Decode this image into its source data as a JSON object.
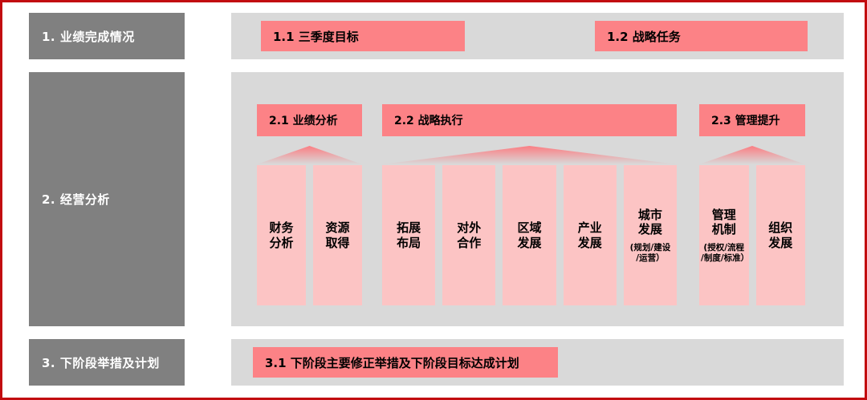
{
  "page": {
    "border_color": "#c20c10",
    "panel_color": "#d9d9d9",
    "rail_color": "#808080",
    "header_bar_color": "#fc8286",
    "card_color": "#fcc4c4"
  },
  "sections": [
    {
      "rail_label": "1. 业绩完成情况"
    },
    {
      "rail_label": "2. 经营分析"
    },
    {
      "rail_label": "3. 下阶段举措及计划"
    }
  ],
  "section1": {
    "bars": [
      {
        "label": "1.1 三季度目标"
      },
      {
        "label": "1.2 战略任务"
      }
    ]
  },
  "section2": {
    "groups": [
      {
        "header": "2.1 业绩分析",
        "cards": [
          {
            "title": "财务\n分析",
            "subtitle": ""
          },
          {
            "title": "资源\n取得",
            "subtitle": ""
          }
        ]
      },
      {
        "header": "2.2 战略执行",
        "cards": [
          {
            "title": "拓展\n布局",
            "subtitle": ""
          },
          {
            "title": "对外\n合作",
            "subtitle": ""
          },
          {
            "title": "区域\n发展",
            "subtitle": ""
          },
          {
            "title": "产业\n发展",
            "subtitle": ""
          },
          {
            "title": "城市\n发展",
            "subtitle": "(规划/建设\n/运营）"
          }
        ]
      },
      {
        "header": "2.3 管理提升",
        "cards": [
          {
            "title": "管理\n机制",
            "subtitle": "(授权/流程\n/制度/标准）"
          },
          {
            "title": "组织\n发展",
            "subtitle": ""
          }
        ]
      }
    ]
  },
  "section3": {
    "bars": [
      {
        "label": "3.1 下阶段主要修正举措及下阶段目标达成计划"
      }
    ]
  }
}
